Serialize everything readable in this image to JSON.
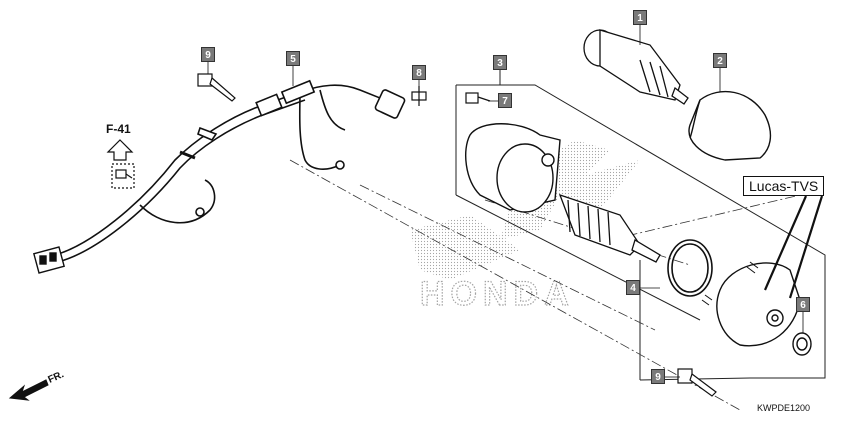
{
  "callouts": [
    "1",
    "2",
    "3",
    "4",
    "5",
    "6",
    "7",
    "8",
    "9",
    "9"
  ],
  "ref_label": "F-41",
  "brand_label": "Lucas-TVS",
  "drawing_code": "KWPDE1200",
  "front_label": "FR.",
  "watermark_text": "HONDA"
}
